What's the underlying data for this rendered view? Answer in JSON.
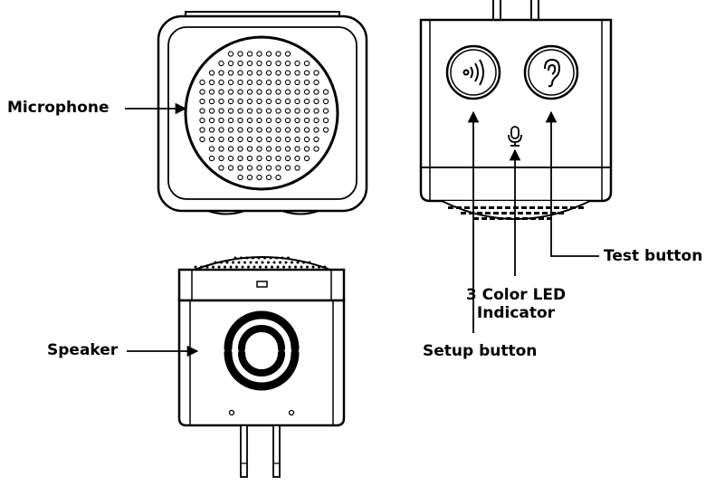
{
  "labels": {
    "microphone": "Microphone",
    "speaker": "Speaker",
    "setup_button": "Setup button",
    "test_button": "Test button",
    "led_line1": "3 Color LED",
    "led_line2": "Indicator"
  },
  "colors": {
    "line": "#000000",
    "fill": "#ffffff",
    "shade": "#e8e8e8"
  },
  "icons": {
    "setup": "sound-waves-icon",
    "test": "ear-icon",
    "led": "microphone-icon",
    "speaker": "speaker-rings-icon"
  }
}
